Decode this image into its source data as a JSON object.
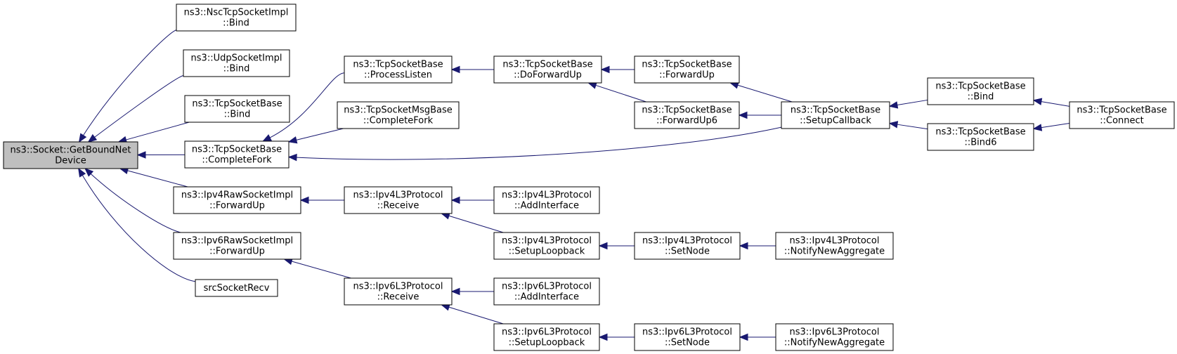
{
  "nodes": [
    {
      "id": "getBoundNetDevice",
      "lines": [
        "ns3::Socket::GetBoundNet",
        "Device"
      ]
    },
    {
      "id": "nscBind",
      "lines": [
        "ns3::NscTcpSocketImpl",
        "::Bind"
      ]
    },
    {
      "id": "udpBind",
      "lines": [
        "ns3::UdpSocketImpl",
        "::Bind"
      ]
    },
    {
      "id": "tcpBaseBind1",
      "lines": [
        "ns3::TcpSocketBase",
        "::Bind"
      ]
    },
    {
      "id": "tcpBaseCompleteFork",
      "lines": [
        "ns3::TcpSocketBase",
        "::CompleteFork"
      ]
    },
    {
      "id": "ipv4RawForwardUp",
      "lines": [
        "ns3::Ipv4RawSocketImpl",
        "::ForwardUp"
      ]
    },
    {
      "id": "ipv6RawForwardUp",
      "lines": [
        "ns3::Ipv6RawSocketImpl",
        "::ForwardUp"
      ]
    },
    {
      "id": "srcSocketRecv",
      "lines": [
        "srcSocketRecv"
      ]
    },
    {
      "id": "processListen",
      "lines": [
        "ns3::TcpSocketBase",
        "::ProcessListen"
      ]
    },
    {
      "id": "msgBaseCompleteFork",
      "lines": [
        "ns3::TcpSocketMsgBase",
        "::CompleteFork"
      ]
    },
    {
      "id": "doForwardUp",
      "lines": [
        "ns3::TcpSocketBase",
        "::DoForwardUp"
      ]
    },
    {
      "id": "forwardUp",
      "lines": [
        "ns3::TcpSocketBase",
        "::ForwardUp"
      ]
    },
    {
      "id": "forwardUp6",
      "lines": [
        "ns3::TcpSocketBase",
        "::ForwardUp6"
      ]
    },
    {
      "id": "setupCallback",
      "lines": [
        "ns3::TcpSocketBase",
        "::SetupCallback"
      ]
    },
    {
      "id": "tcpBaseBind2",
      "lines": [
        "ns3::TcpSocketBase",
        "::Bind"
      ]
    },
    {
      "id": "tcpBaseBind6",
      "lines": [
        "ns3::TcpSocketBase",
        "::Bind6"
      ]
    },
    {
      "id": "tcpBaseConnect",
      "lines": [
        "ns3::TcpSocketBase",
        "::Connect"
      ]
    },
    {
      "id": "ipv4Receive",
      "lines": [
        "ns3::Ipv4L3Protocol",
        "::Receive"
      ]
    },
    {
      "id": "ipv4AddInterface",
      "lines": [
        "ns3::Ipv4L3Protocol",
        "::AddInterface"
      ]
    },
    {
      "id": "ipv4SetupLoopback",
      "lines": [
        "ns3::Ipv4L3Protocol",
        "::SetupLoopback"
      ]
    },
    {
      "id": "ipv4SetNode",
      "lines": [
        "ns3::Ipv4L3Protocol",
        "::SetNode"
      ]
    },
    {
      "id": "ipv4NotifyNewAggregate",
      "lines": [
        "ns3::Ipv4L3Protocol",
        "::NotifyNewAggregate"
      ]
    },
    {
      "id": "ipv6Receive",
      "lines": [
        "ns3::Ipv6L3Protocol",
        "::Receive"
      ]
    },
    {
      "id": "ipv6AddInterface",
      "lines": [
        "ns3::Ipv6L3Protocol",
        "::AddInterface"
      ]
    },
    {
      "id": "ipv6SetupLoopback",
      "lines": [
        "ns3::Ipv6L3Protocol",
        "::SetupLoopback"
      ]
    },
    {
      "id": "ipv6SetNode",
      "lines": [
        "ns3::Ipv6L3Protocol",
        "::SetNode"
      ]
    },
    {
      "id": "ipv6NotifyNewAggregate",
      "lines": [
        "ns3::Ipv6L3Protocol",
        "::NotifyNewAggregate"
      ]
    }
  ],
  "edges": [
    {
      "from": "nscBind",
      "to": "getBoundNetDevice"
    },
    {
      "from": "udpBind",
      "to": "getBoundNetDevice"
    },
    {
      "from": "tcpBaseBind1",
      "to": "getBoundNetDevice"
    },
    {
      "from": "tcpBaseCompleteFork",
      "to": "getBoundNetDevice"
    },
    {
      "from": "ipv4RawForwardUp",
      "to": "getBoundNetDevice"
    },
    {
      "from": "ipv6RawForwardUp",
      "to": "getBoundNetDevice"
    },
    {
      "from": "srcSocketRecv",
      "to": "getBoundNetDevice"
    },
    {
      "from": "processListen",
      "to": "tcpBaseCompleteFork"
    },
    {
      "from": "msgBaseCompleteFork",
      "to": "tcpBaseCompleteFork"
    },
    {
      "from": "setupCallback",
      "to": "tcpBaseCompleteFork"
    },
    {
      "from": "doForwardUp",
      "to": "processListen"
    },
    {
      "from": "forwardUp",
      "to": "doForwardUp"
    },
    {
      "from": "forwardUp6",
      "to": "doForwardUp"
    },
    {
      "from": "setupCallback",
      "to": "forwardUp"
    },
    {
      "from": "setupCallback",
      "to": "forwardUp6"
    },
    {
      "from": "tcpBaseBind2",
      "to": "setupCallback"
    },
    {
      "from": "tcpBaseBind6",
      "to": "setupCallback"
    },
    {
      "from": "tcpBaseConnect",
      "to": "tcpBaseBind2"
    },
    {
      "from": "tcpBaseConnect",
      "to": "tcpBaseBind6"
    },
    {
      "from": "ipv4Receive",
      "to": "ipv4RawForwardUp"
    },
    {
      "from": "ipv4AddInterface",
      "to": "ipv4Receive"
    },
    {
      "from": "ipv4SetupLoopback",
      "to": "ipv4Receive"
    },
    {
      "from": "ipv4SetNode",
      "to": "ipv4SetupLoopback"
    },
    {
      "from": "ipv4NotifyNewAggregate",
      "to": "ipv4SetNode"
    },
    {
      "from": "ipv6Receive",
      "to": "ipv6RawForwardUp"
    },
    {
      "from": "ipv6AddInterface",
      "to": "ipv6Receive"
    },
    {
      "from": "ipv6SetupLoopback",
      "to": "ipv6Receive"
    },
    {
      "from": "ipv6SetNode",
      "to": "ipv6SetupLoopback"
    },
    {
      "from": "ipv6NotifyNewAggregate",
      "to": "ipv6SetNode"
    }
  ],
  "colors": {
    "edge": "#191970",
    "root_fill": "#bfbfbf",
    "node_fill": "#ffffff",
    "node_border": "#000000"
  }
}
